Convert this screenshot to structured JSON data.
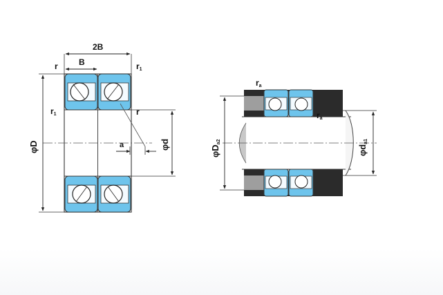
{
  "colors": {
    "ring_fill": "#6ec4ec",
    "housing": "#2b2b2b",
    "shaft": "#ffffff",
    "line": "#333333",
    "ball_fill": "#ffffff"
  },
  "left_view": {
    "dim_2B": "2B",
    "dim_B": "B",
    "r_top_left": "r",
    "r1_top_right": "r",
    "r1_top_right_sub": "1",
    "r1_left": "r",
    "r1_left_sub": "1",
    "r_right": "r",
    "dim_a": "a",
    "dim_D": "φD",
    "dim_d": "φd"
  },
  "right_view": {
    "ra_top": "r",
    "ra_top_sub": "a",
    "ra_right": "r",
    "ra_right_sub": "a",
    "dim_Da": "φD",
    "dim_Da_sub": "a2",
    "dim_da": "φd",
    "dim_da_sub": "a1"
  }
}
